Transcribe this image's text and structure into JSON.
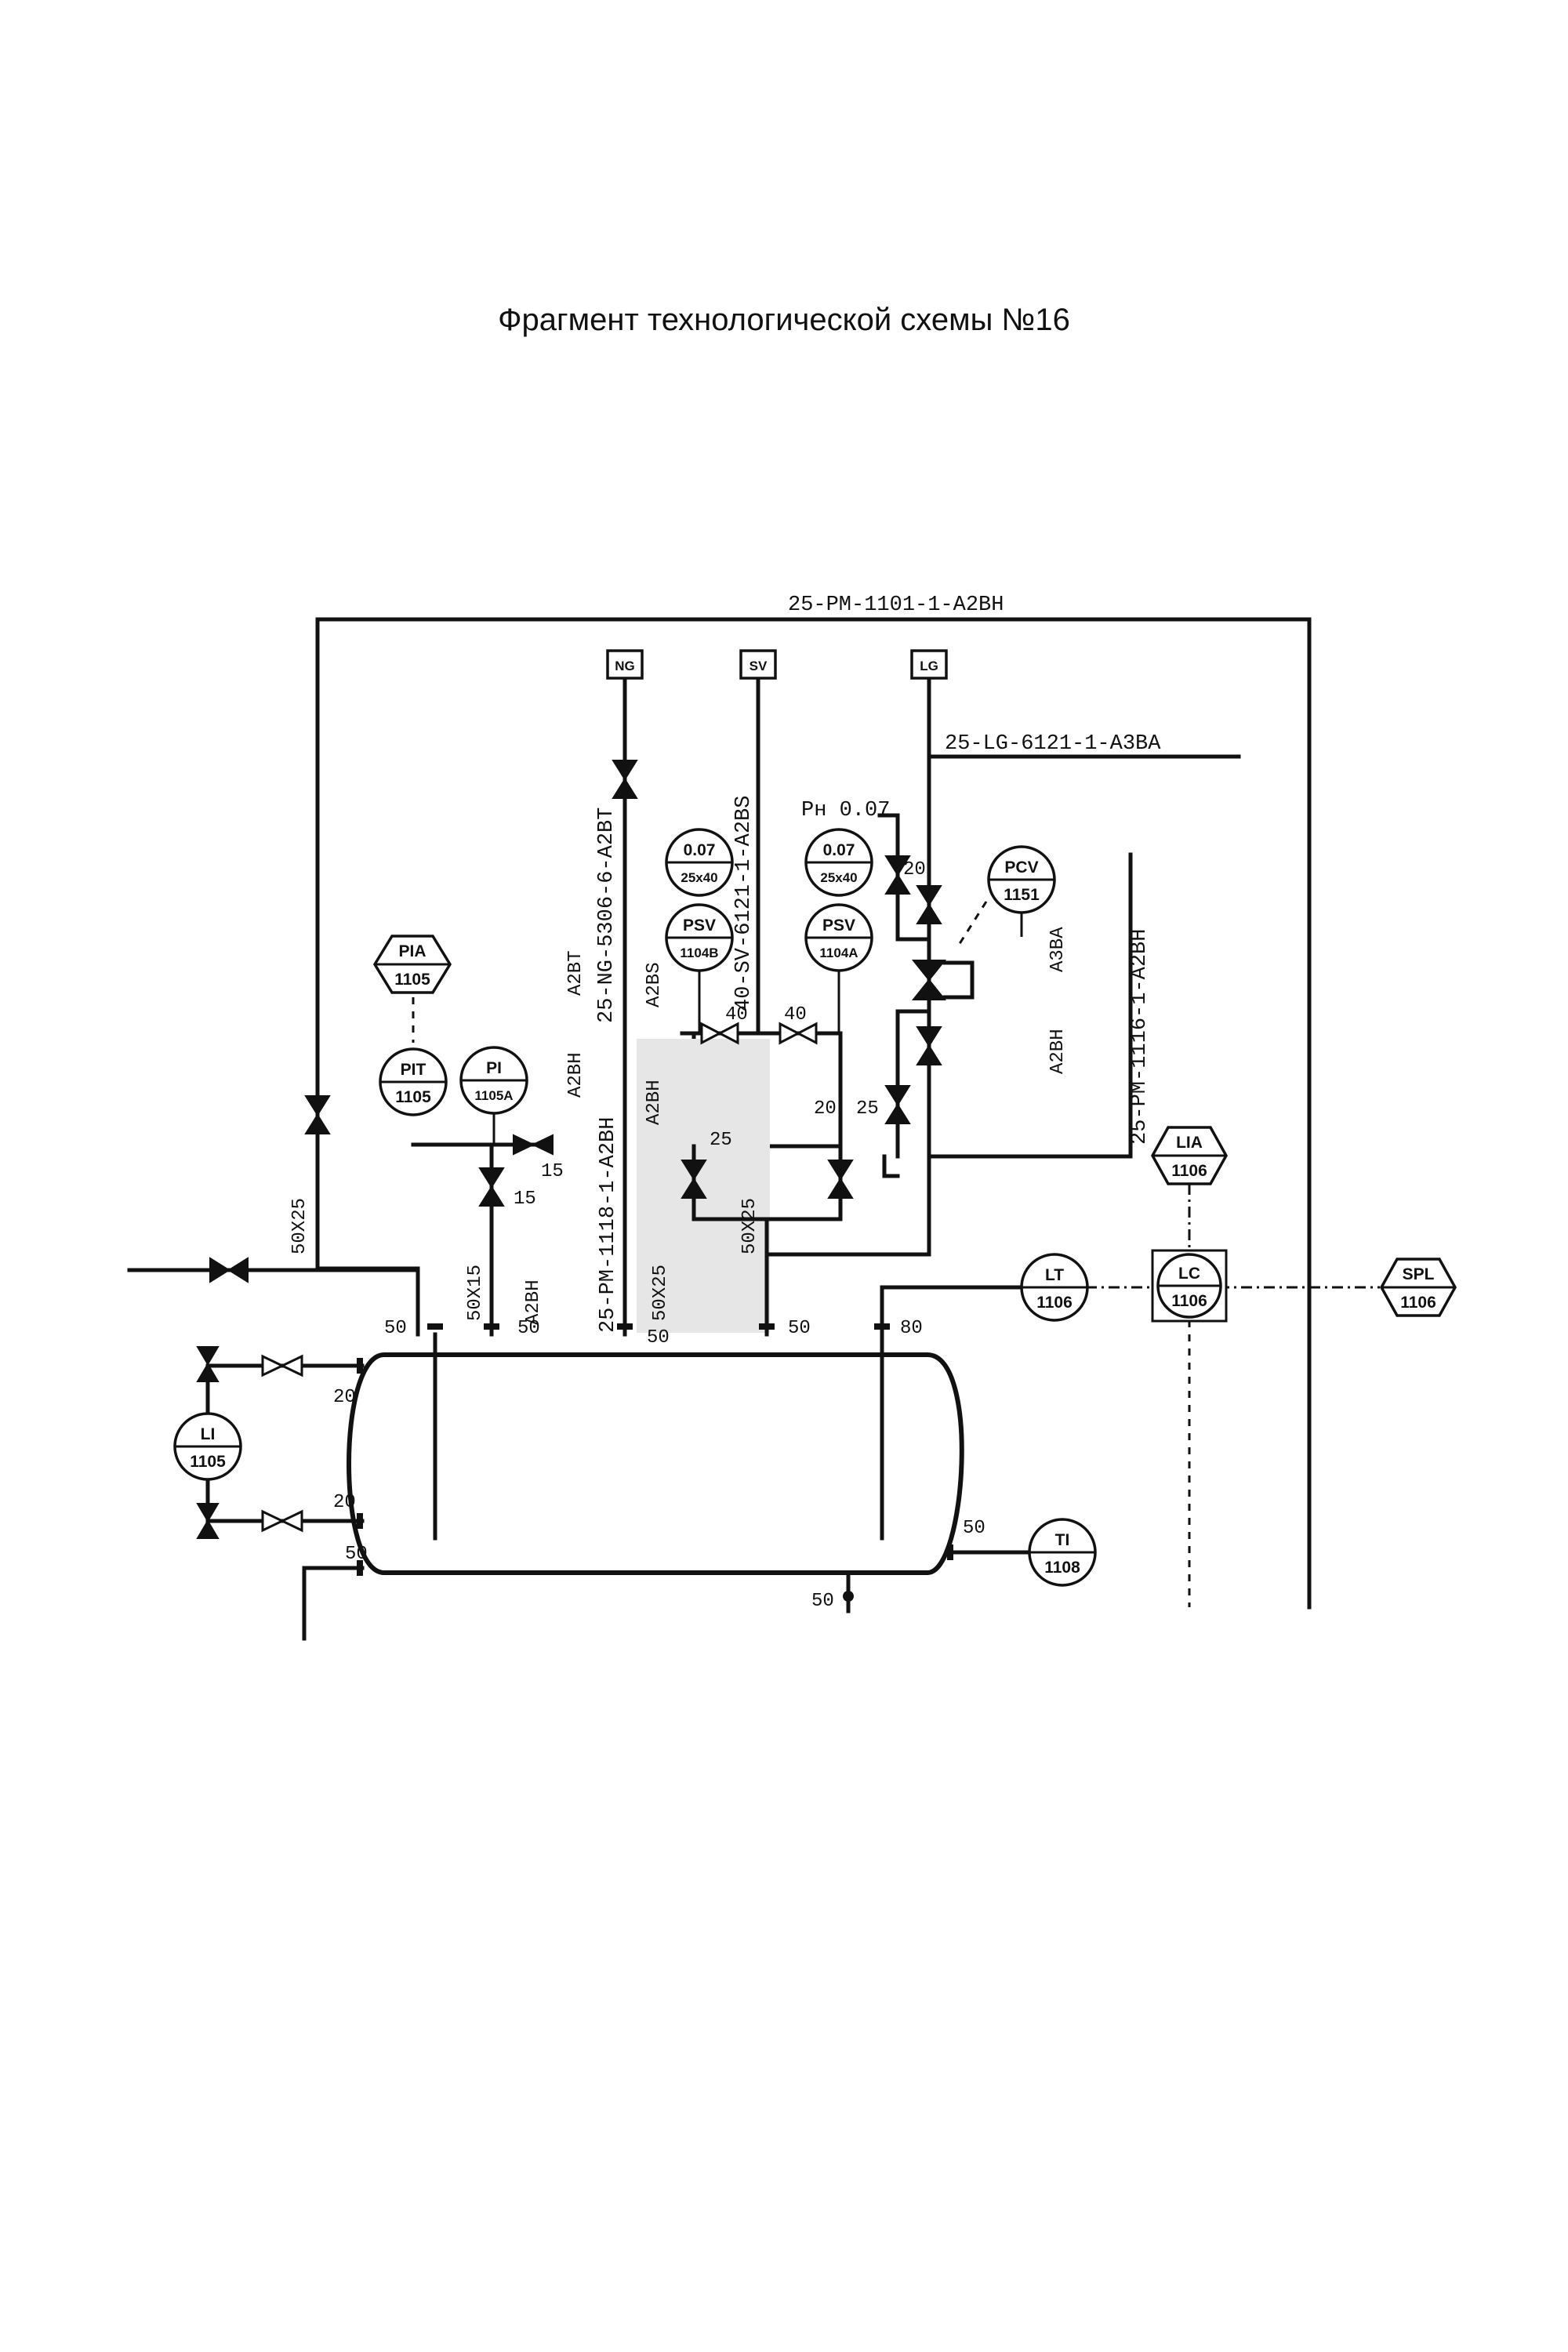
{
  "title": "Фрагмент технологической схемы №16",
  "lines": {
    "top_header": "25-PM-1101-1-A2BH",
    "lg_line": "25-LG-6121-1-A3BA",
    "ng_line": "25-NG-5306-6-A2BT",
    "sv_line": "40-SV-6121-1-A2BS",
    "pm_1118": "25-PM-1118-1-A2BH",
    "pm_1116": "25-PM-1116-1-A2BH"
  },
  "terminals": {
    "ng": "NG",
    "sv": "SV",
    "lg": "LG"
  },
  "instruments": {
    "pia_1105": {
      "top": "PIA",
      "bottom": "1105"
    },
    "pit_1105": {
      "top": "PIT",
      "bottom": "1105"
    },
    "pi_1105a": {
      "top": "PI",
      "bottom": "1105A"
    },
    "psv_1104b": {
      "top": "PSV",
      "bottom": "1104B"
    },
    "psv_1104a": {
      "top": "PSV",
      "bottom": "1104A"
    },
    "set_b": {
      "top": "0.07",
      "bottom": "25x40"
    },
    "set_a": {
      "top": "0.07",
      "bottom": "25x40"
    },
    "pcv_1151": {
      "top": "PCV",
      "bottom": "1151"
    },
    "lia_1106": {
      "top": "LIA",
      "bottom": "1106"
    },
    "lt_1106": {
      "top": "LT",
      "bottom": "1106"
    },
    "lc_1106": {
      "top": "LC",
      "bottom": "1106"
    },
    "spl_1106": {
      "top": "SPL",
      "bottom": "1106"
    },
    "li_1105": {
      "top": "LI",
      "bottom": "1105"
    },
    "ti_1108": {
      "top": "TI",
      "bottom": "1108"
    }
  },
  "labels": {
    "ph": "Рн 0.07",
    "a2bt": "A2BT",
    "a2bh_a": "A2BH",
    "a2bs": "A2BS",
    "a2bh_b": "A2BH",
    "a2bh_c": "A2BH",
    "a3ba_1": "A3BA",
    "a2bh_d": "A2BH",
    "size_50x25_left": "50X25",
    "size_50x15": "50X15",
    "size_50x25_mid": "50X25",
    "size_50x25_right": "50X25",
    "n40a": "40",
    "n40b": "40",
    "n25a": "25",
    "n20a": "20",
    "n20b": "20",
    "n25b": "25",
    "n15a": "15",
    "n15b": "15",
    "n50a": "50",
    "n50b": "50",
    "n50c": "50",
    "n50d": "50",
    "n80": "80",
    "n20c": "20",
    "n20d": "20",
    "n50e": "50",
    "n50f": "50",
    "n50g": "50"
  }
}
